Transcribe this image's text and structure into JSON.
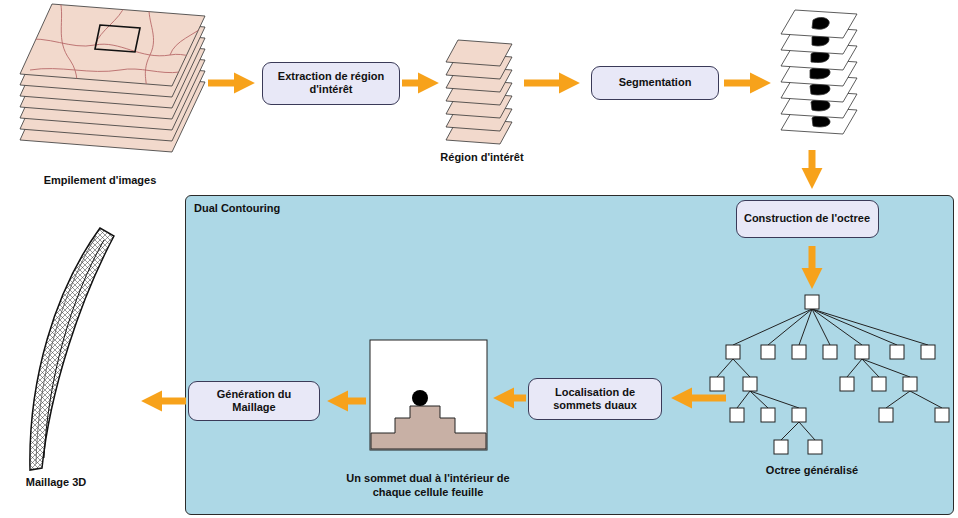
{
  "diagram": {
    "nodes": [
      {
        "text": [
          "Extraction de région d'intérêt"
        ]
      },
      {
        "text": [
          "Segmentation"
        ]
      },
      {
        "text": [
          "Dual Contouring"
        ]
      },
      {
        "text": [
          "Construction de l'octree"
        ],
        "in": 2
      },
      {
        "text": [
          "Localisation de sommets duaux"
        ],
        "in": 2
      },
      {
        "text": [
          "Génération du Maillage"
        ],
        "in": 2
      }
    ],
    "labels": [
      "Empilement d'images",
      "Région d'intérêt",
      "Octree généralisé",
      "Un sommet dual à l'intérieur de chaque cellule feuille",
      "Maillage 3D"
    ]
  }
}
